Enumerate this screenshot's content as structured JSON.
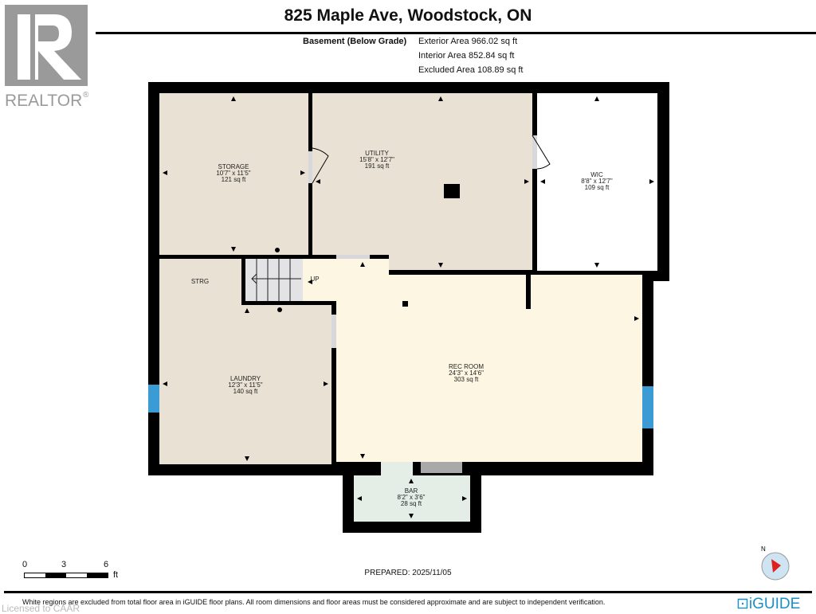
{
  "header": {
    "title": "825 Maple Ave, Woodstock, ON",
    "level": "Basement (Below Grade)",
    "areas": [
      "Exterior Area 966.02 sq ft",
      "Interior Area 852.84 sq ft",
      "Excluded Area 108.89 sq ft"
    ]
  },
  "logo": {
    "text": "REALTOR®",
    "icon": "realtor-r-logo"
  },
  "rooms": [
    {
      "name": "STORAGE",
      "dims": "10'7\" x 11'5\"",
      "area": "121 sq ft"
    },
    {
      "name": "UTILITY",
      "dims": "15'8\" x 12'7\"",
      "area": "191 sq ft"
    },
    {
      "name": "WIC",
      "dims": "8'8\" x 12'7\"",
      "area": "109 sq ft"
    },
    {
      "name": "LAUNDRY",
      "dims": "12'3\" x 11'5\"",
      "area": "140 sq ft"
    },
    {
      "name": "REC ROOM",
      "dims": "24'3\" x 14'6\"",
      "area": "303 sq ft"
    },
    {
      "name": "BAR",
      "dims": "8'2\" x 3'6\"",
      "area": "28 sq ft"
    }
  ],
  "labels": {
    "strg": "STRG",
    "up": "UP"
  },
  "colors": {
    "wall": "#000000",
    "beige": "#e9e1d4",
    "yellow": "#fdf6e2",
    "bar": "#e4ede6",
    "window": "#3a9bd5",
    "door": "#d8d8dc"
  },
  "scale": {
    "ticks": [
      "0",
      "3",
      "6"
    ],
    "unit": "ft"
  },
  "compass": {
    "label": "N"
  },
  "footer": {
    "prepared": "PREPARED: 2025/11/05",
    "disclaimer": "White regions are excluded from total floor area in iGUIDE floor plans. All room dimensions and floor areas must be considered approximate and are subject to independent verification.",
    "watermark": "Licensed to CAAR",
    "brand": "iGUIDE"
  }
}
